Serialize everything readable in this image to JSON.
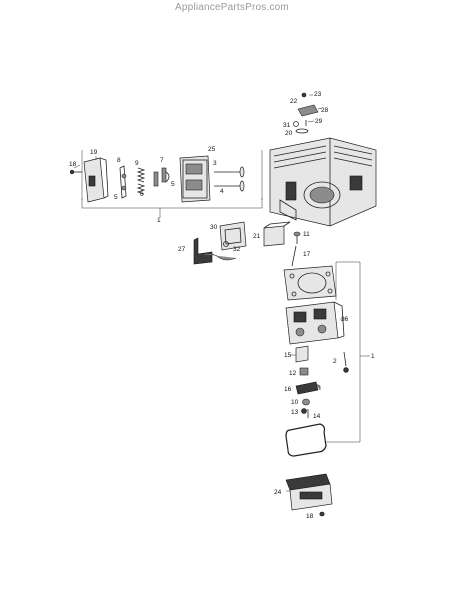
{
  "watermark": "AppliancePartsPros.com",
  "callouts": {
    "c1a": "1",
    "c1b": "1",
    "c2": "2",
    "c3": "3",
    "c4": "4",
    "c5": "5",
    "c6": "6",
    "c7": "7",
    "c8": "8",
    "c9": "9",
    "c10": "10",
    "c11": "11",
    "c12": "12",
    "c13": "13",
    "c14": "14",
    "c15": "15",
    "c16": "16",
    "c17": "17",
    "c18a": "18",
    "c18b": "18",
    "c19": "19",
    "c20": "20",
    "c21": "21",
    "c22": "22",
    "c23": "23",
    "c24": "24",
    "c25": "25",
    "c26": "26",
    "c27": "27",
    "c28": "28",
    "c29": "29",
    "c30": "30",
    "c31": "31",
    "c32": "32"
  }
}
